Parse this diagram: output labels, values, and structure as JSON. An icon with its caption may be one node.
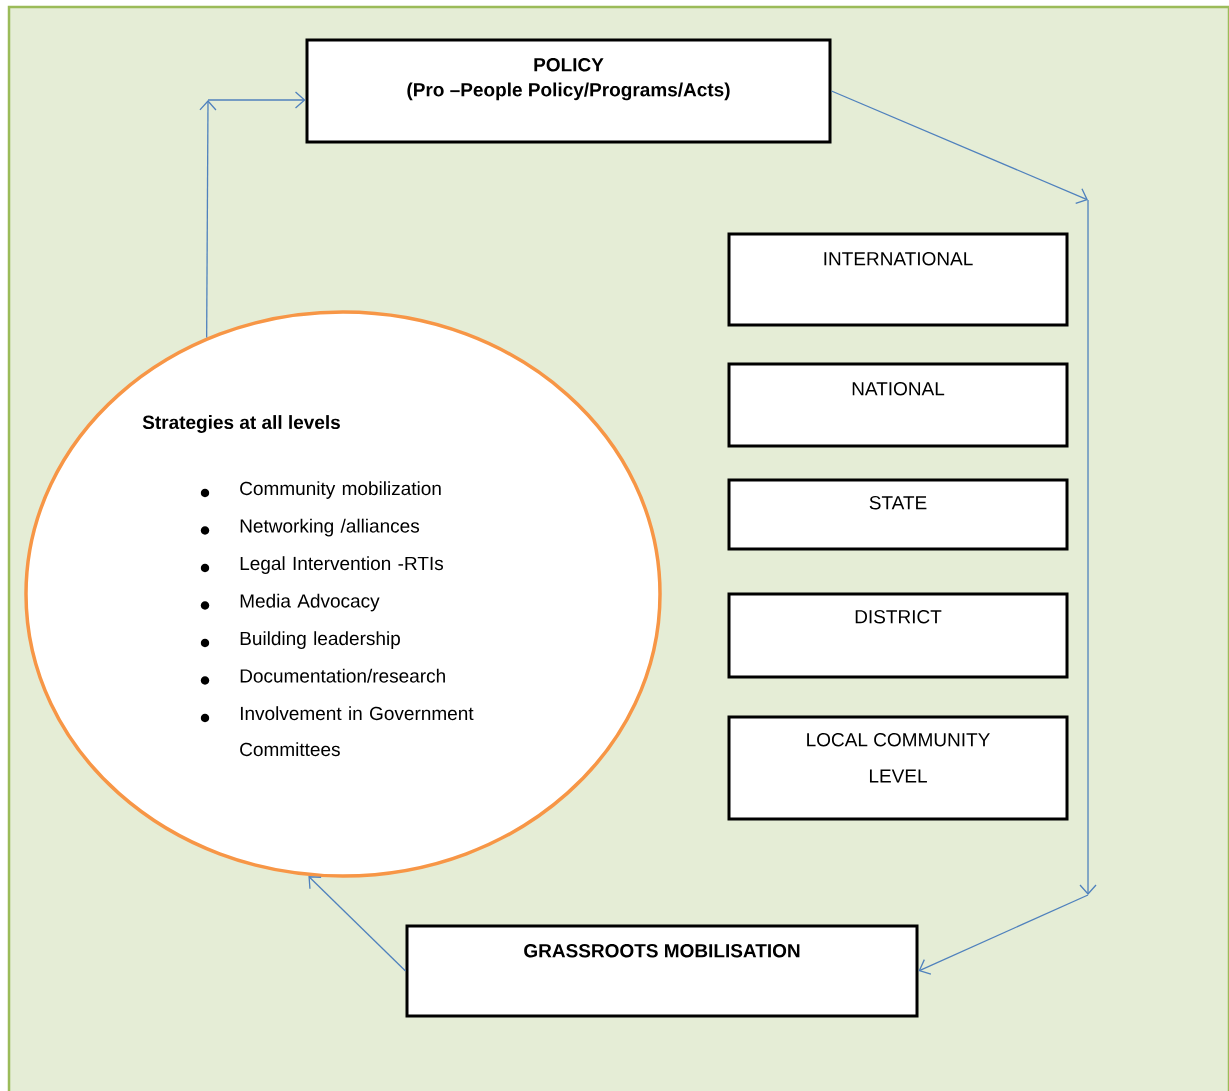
{
  "diagram": {
    "nodes": [
      {
        "text": [
          "POLICY",
          "(Pro –People Policy/Programs/Acts)"
        ]
      },
      {
        "text": [
          "INTERNATIONAL"
        ]
      },
      {
        "text": [
          "NATIONAL"
        ]
      },
      {
        "text": [
          "STATE"
        ]
      },
      {
        "text": [
          "DISTRICT"
        ]
      },
      {
        "text": [
          "LOCAL COMMUNITY LEVEL"
        ]
      },
      {
        "text": [
          "GRASSROOTS MOBILISATION"
        ]
      },
      {
        "text": [
          "Strategies at all levels",
          "Community mobilization",
          "Networking /alliances",
          "Legal Intervention -RTIs",
          "Media Advocacy",
          "Building leadership",
          "Documentation/research",
          "Involvement in Government Committees"
        ]
      }
    ],
    "edges": [
      {
        "from": 0,
        "to": 6,
        "arrow": "to"
      },
      {
        "from": 6,
        "to": 7,
        "arrow": "to"
      },
      {
        "from": 7,
        "to": 0,
        "arrow": "to"
      }
    ]
  }
}
